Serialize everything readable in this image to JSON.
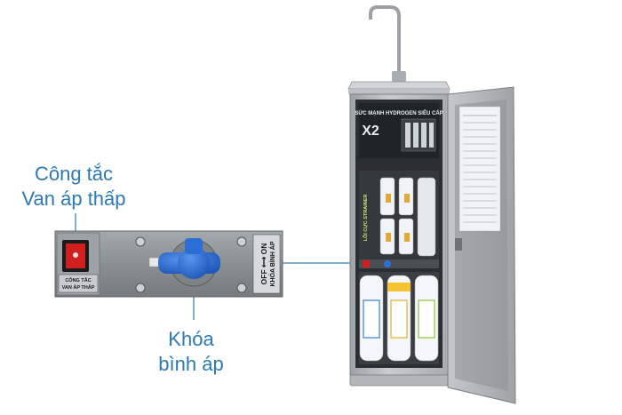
{
  "callouts": {
    "switch_label_line1": "Công tắc",
    "switch_label_line2": "Van áp thấp",
    "valve_label_line1": "Khóa",
    "valve_label_line2": "bình áp"
  },
  "panel": {
    "switch_caption_line1": "CÔNG TẮC",
    "switch_caption_line2": "VAN ÁP THẤP",
    "valve_caption_top": "OFF",
    "valve_caption_arrow": "⟷",
    "valve_caption_on": "ON",
    "valve_caption_name": "KHÓA BÌNH ÁP"
  },
  "purifier": {
    "header_title": "SỨC MẠNH HYDROGEN SIÊU CẤP",
    "header_badge": "X2",
    "side_label": "LÕI CỰC STRAINER"
  },
  "colors": {
    "callout_blue": "#2a7ab8",
    "valve_blue": "#2b6fd6",
    "switch_red": "#d11f1f",
    "panel_gray": "#8c9196",
    "cabinet_gray": "#b9bcc0"
  }
}
